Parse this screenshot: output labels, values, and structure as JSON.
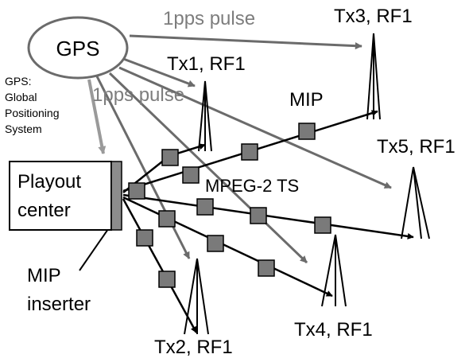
{
  "labels": {
    "gps": "GPS",
    "gps_definition": [
      "GPS:",
      "Global",
      "Positioning",
      "System"
    ],
    "pulse_top": "1pps pulse",
    "pulse_mid": "1pps pulse",
    "playout": [
      "Playout",
      "center"
    ],
    "mip_inserter": [
      "MIP",
      "inserter"
    ],
    "mip": "MIP",
    "mpeg": "MPEG-2 TS",
    "tx1": "Tx1, RF1",
    "tx2": "Tx2, RF1",
    "tx3": "Tx3, RF1",
    "tx4": "Tx4, RF1",
    "tx5": "Tx5, RF1"
  },
  "colors": {
    "gps_line": "#6b6b6b",
    "playout_line": "#9a9a9a",
    "ts_line": "#000000",
    "packet_fill": "#7a7a7a",
    "inserter_fill": "#8c8c8c",
    "pulse_text": "#7d7d7d"
  }
}
